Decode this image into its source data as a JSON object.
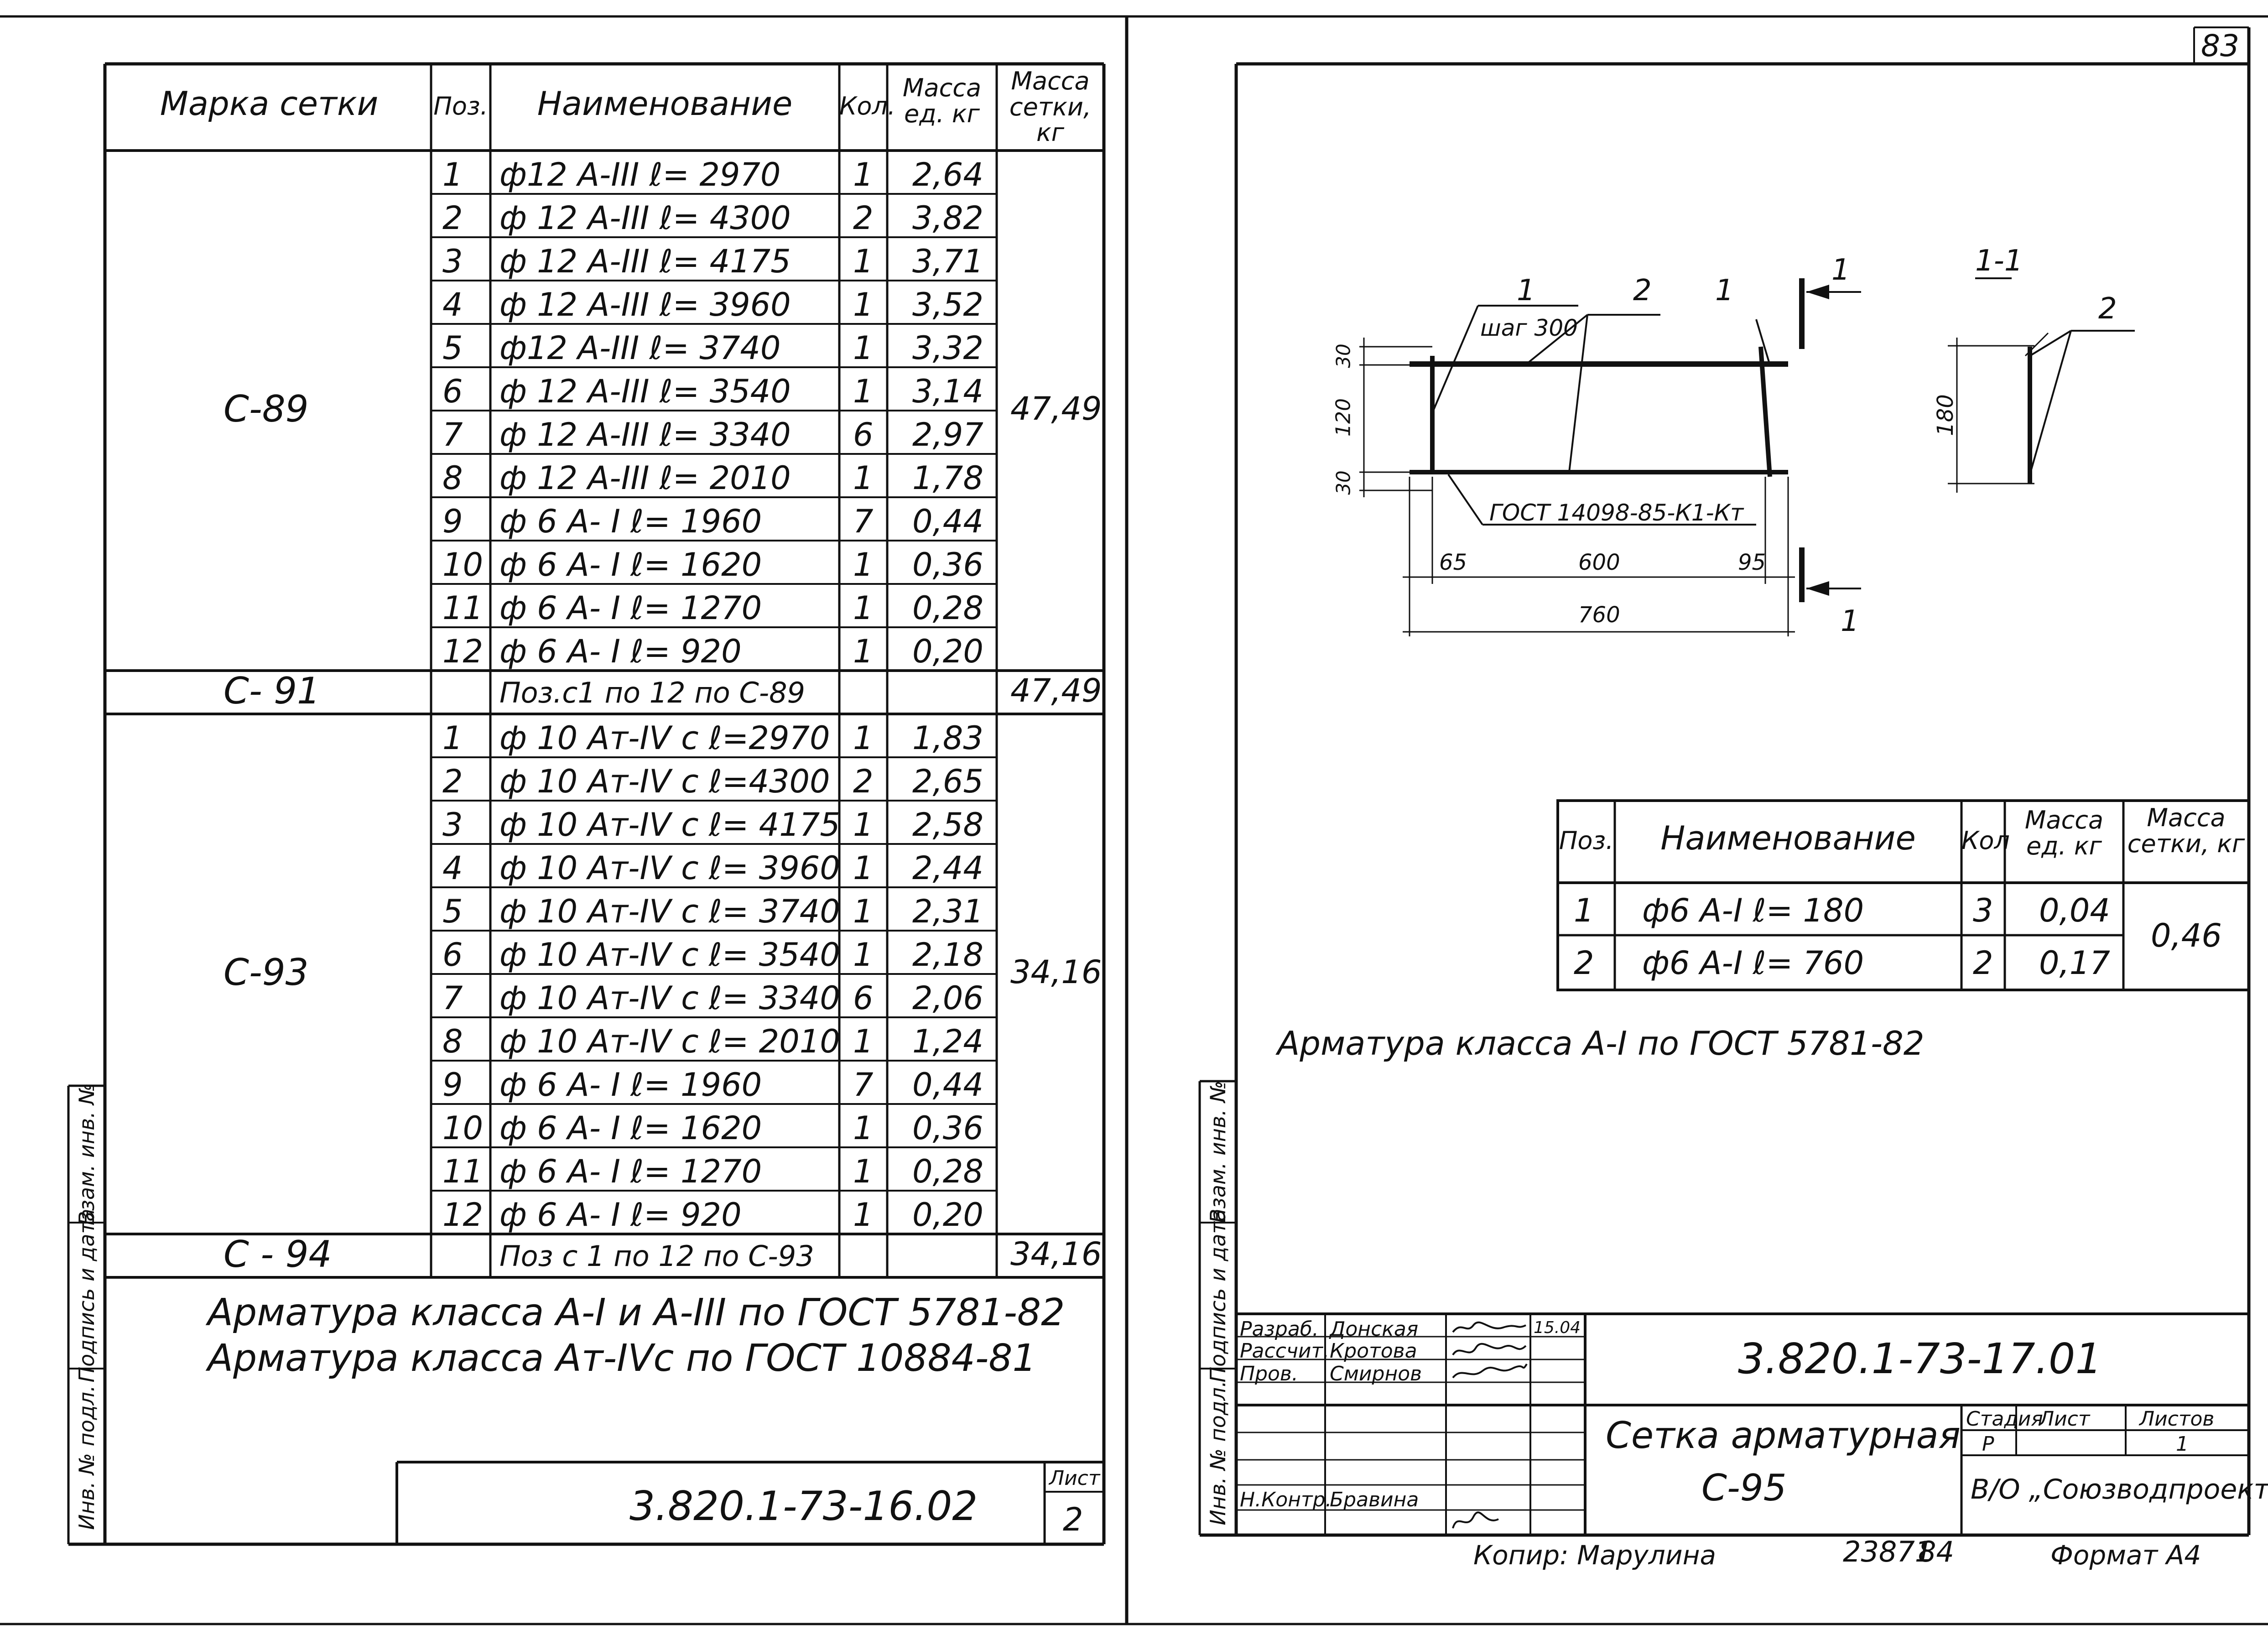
{
  "page_number": "83",
  "left": {
    "headers": {
      "mark": "Марка сетки",
      "pos": "Поз.",
      "name": "Наименование",
      "qty": "Кол.",
      "mass_unit": "Масса ед. кг",
      "mass_mesh": "Масса сетки, кг"
    },
    "groups": [
      {
        "mark": "С-89",
        "mass": "47,49",
        "rows": [
          {
            "pos": "1",
            "name": "ф12  А-III   ℓ= 2970",
            "qty": "1",
            "mass": "2,64"
          },
          {
            "pos": "2",
            "name": "ф 12  А-III   ℓ= 4300",
            "qty": "2",
            "mass": "3,82"
          },
          {
            "pos": "3",
            "name": "ф 12  А-III   ℓ= 4175",
            "qty": "1",
            "mass": "3,71"
          },
          {
            "pos": "4",
            "name": "ф 12  А-III   ℓ= 3960",
            "qty": "1",
            "mass": "3,52"
          },
          {
            "pos": "5",
            "name": "ф12  А-III   ℓ= 3740",
            "qty": "1",
            "mass": "3,32"
          },
          {
            "pos": "6",
            "name": "ф 12  А-III   ℓ= 3540",
            "qty": "1",
            "mass": "3,14"
          },
          {
            "pos": "7",
            "name": "ф 12  А-III   ℓ= 3340",
            "qty": "6",
            "mass": "2,97"
          },
          {
            "pos": "8",
            "name": "ф 12  А-III   ℓ= 2010",
            "qty": "1",
            "mass": "1,78"
          },
          {
            "pos": "9",
            "name": "ф 6  А- I   ℓ= 1960",
            "qty": "7",
            "mass": "0,44"
          },
          {
            "pos": "10",
            "name": "ф 6  А- I   ℓ= 1620",
            "qty": "1",
            "mass": "0,36"
          },
          {
            "pos": "11",
            "name": "ф 6  А- I   ℓ= 1270",
            "qty": "1",
            "mass": "0,28"
          },
          {
            "pos": "12",
            "name": "ф 6  А- I   ℓ= 920",
            "qty": "1",
            "mass": "0,20"
          }
        ]
      },
      {
        "mark": "С- 91",
        "mass": "47,49",
        "rows": [
          {
            "pos": "",
            "name": "Поз.с1 по 12 по  С-89",
            "qty": "",
            "mass": ""
          }
        ]
      },
      {
        "mark": "С-93",
        "mass": "34,16",
        "rows": [
          {
            "pos": "1",
            "name": "ф 10  Ат-IV с  ℓ=2970",
            "qty": "1",
            "mass": "1,83"
          },
          {
            "pos": "2",
            "name": "ф 10  Ат-IV с  ℓ=4300",
            "qty": "2",
            "mass": "2,65"
          },
          {
            "pos": "3",
            "name": "ф 10  Ат-IV с  ℓ= 4175",
            "qty": "1",
            "mass": "2,58"
          },
          {
            "pos": "4",
            "name": "ф 10  Ат-IV с  ℓ= 3960",
            "qty": "1",
            "mass": "2,44"
          },
          {
            "pos": "5",
            "name": "ф 10  Ат-IV с  ℓ= 3740",
            "qty": "1",
            "mass": "2,31"
          },
          {
            "pos": "6",
            "name": "ф 10  Ат-IV с  ℓ= 3540",
            "qty": "1",
            "mass": "2,18"
          },
          {
            "pos": "7",
            "name": "ф 10  Ат-IV с  ℓ= 3340",
            "qty": "6",
            "mass": "2,06"
          },
          {
            "pos": "8",
            "name": "ф 10  Ат-IV с  ℓ= 2010",
            "qty": "1",
            "mass": "1,24"
          },
          {
            "pos": "9",
            "name": "ф 6  А- I    ℓ= 1960",
            "qty": "7",
            "mass": "0,44"
          },
          {
            "pos": "10",
            "name": "ф 6  А- I    ℓ= 1620",
            "qty": "1",
            "mass": "0,36"
          },
          {
            "pos": "11",
            "name": "ф 6  А- I    ℓ= 1270",
            "qty": "1",
            "mass": "0,28"
          },
          {
            "pos": "12",
            "name": "ф 6  А- I    ℓ= 920",
            "qty": "1",
            "mass": "0,20"
          }
        ]
      },
      {
        "mark": "С - 94",
        "mass": "34,16",
        "rows": [
          {
            "pos": "",
            "name": "Поз с 1 по 12 по С-93",
            "qty": "",
            "mass": ""
          }
        ]
      }
    ],
    "notes": [
      "Арматура класса  А-I и А-III  по  ГОСТ 5781-82",
      "Арматура класса  Ат-IVс по   ГОСТ 10884-81"
    ],
    "doc_code": "3.820.1-73-16.02",
    "sheet_label": "Лист",
    "sheet_no": "2",
    "side_labels": [
      "Инв. № подл.",
      "Подпись и дата",
      "Взам. инв. №"
    ]
  },
  "right": {
    "drawing": {
      "section_label": "1-1",
      "callouts": {
        "c1": "1",
        "c2": "2",
        "c3": "1",
        "c4": "2",
        "arrow_top": "1",
        "arrow_bottom": "1"
      },
      "step_label": "шаг 300",
      "gost_label": "ГОСТ 14098-85-К1-Кт",
      "dims": {
        "d30a": "30",
        "d120": "120",
        "d30b": "30",
        "d65": "65",
        "d600": "600",
        "d95": "95",
        "d760": "760",
        "d180": "180"
      }
    },
    "spec": {
      "headers": {
        "pos": "Поз.",
        "name": "Наименование",
        "qty": "Кол",
        "mass_unit": "Масса ед. кг",
        "mass_mesh": "Масса сетки, кг"
      },
      "rows": [
        {
          "pos": "1",
          "name": "ф6    А-I    ℓ= 180",
          "qty": "3",
          "mass": "0,04"
        },
        {
          "pos": "2",
          "name": "ф6    А-I    ℓ= 760",
          "qty": "2",
          "mass": "0,17"
        }
      ],
      "total": "0,46"
    },
    "note": "Арматура класса  А-I  по ГОСТ 5781-82",
    "stamp": {
      "roles": [
        "Разраб.",
        "Рассчит.",
        "Пров.",
        "",
        "",
        "",
        "Н.Контр."
      ],
      "names": [
        "Донская",
        "Кротова",
        "Смирнов",
        "",
        "",
        "",
        "Бравина"
      ],
      "date": "15.04",
      "code": "3.820.1-73-17.01",
      "title_line1": "Сетка арматурная",
      "title_line2": "С-95",
      "stage_label": "Стадия",
      "sheet_label": "Лист",
      "sheets_label": "Листов",
      "stage": "Р",
      "sheets": "1",
      "org": "В/О „Союзводпроект\""
    },
    "footer": {
      "copied": "Копир: Марулина",
      "number": "23871",
      "number2": "84",
      "format": "Формат А4"
    },
    "side_labels": [
      "Инв. № подл.",
      "Подпись и дата",
      "Взам. инв. №"
    ]
  }
}
